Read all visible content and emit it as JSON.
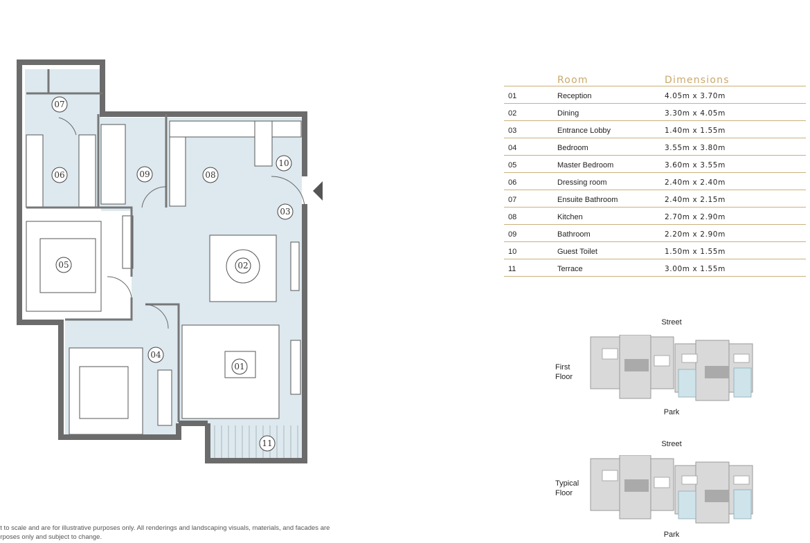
{
  "table": {
    "header_room": "Room",
    "header_dimensions": "Dimensions",
    "rows": [
      {
        "num": "01",
        "room": "Reception",
        "dims": "4.05m x 3.70m"
      },
      {
        "num": "02",
        "room": "Dining",
        "dims": "3.30m x 4.05m"
      },
      {
        "num": "03",
        "room": "Entrance Lobby",
        "dims": "1.40m x 1.55m"
      },
      {
        "num": "04",
        "room": "Bedroom",
        "dims": "3.55m x 3.80m"
      },
      {
        "num": "05",
        "room": "Master Bedroom",
        "dims": "3.60m x 3.55m"
      },
      {
        "num": "06",
        "room": "Dressing room",
        "dims": "2.40m x 2.40m"
      },
      {
        "num": "07",
        "room": "Ensuite Bathroom",
        "dims": "2.40m x 2.15m"
      },
      {
        "num": "08",
        "room": "Kitchen",
        "dims": "2.70m x 2.90m"
      },
      {
        "num": "09",
        "room": "Bathroom",
        "dims": "2.20m x 2.90m"
      },
      {
        "num": "10",
        "room": "Guest Toilet",
        "dims": "1.50m x 1.55m"
      },
      {
        "num": "11",
        "room": "Terrace",
        "dims": "3.00m x 1.55m"
      }
    ]
  },
  "plan": {
    "labels": [
      "01",
      "02",
      "03",
      "04",
      "05",
      "06",
      "07",
      "08",
      "09",
      "10",
      "11"
    ]
  },
  "keymaps": [
    {
      "street": "Street",
      "floor_line1": "First",
      "floor_line2": "Floor",
      "park": "Park"
    },
    {
      "street": "Street",
      "floor_line1": "Typical",
      "floor_line2": "Floor",
      "park": "Park"
    }
  ],
  "disclaimer": {
    "line1": "ot to scale and are for illustrative purposes only. All renderings and landscaping visuals, materials, and facades are",
    "line2": "urposes only and subject to change."
  },
  "colors": {
    "wall": "#6b6b6b",
    "floor": "#dde9ef",
    "accent": "#c9a96a"
  }
}
